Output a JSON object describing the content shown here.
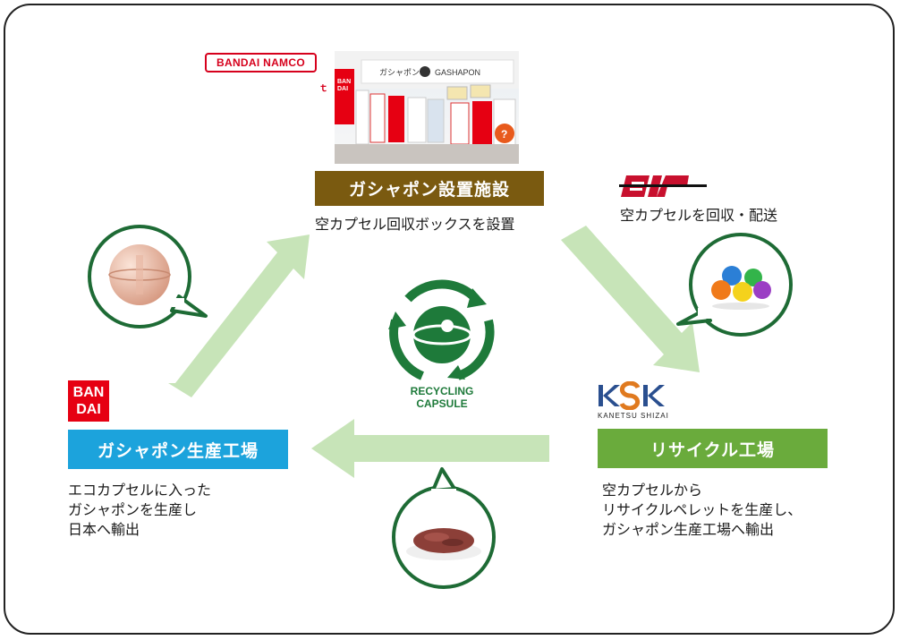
{
  "logos": {
    "bandai_namco": "BANDAI NAMCO",
    "bandai_line1": "BAN",
    "bandai_line2": "DAI",
    "dlp": "DLP",
    "ksk": "KSK",
    "ksk_sub": "KANETSU SHIZAI",
    "recycling_capsule": "RECYCLING CAPSULE"
  },
  "store_photo": {
    "sign_jp": "ガシャポン",
    "sign_en": "GASHAPON"
  },
  "nodes": {
    "facility": {
      "title": "ガシャポン設置施設",
      "desc": "空カプセル回収ボックスを設置",
      "color": "#7a5a10"
    },
    "logistics": {
      "desc": "空カプセルを回収・配送"
    },
    "recycle_factory": {
      "title": "リサイクル工場",
      "desc_lines": [
        "空カプセルから",
        "リサイクルペレットを生産し、",
        "ガシャポン生産工場へ輸出"
      ],
      "color": "#6aab3c"
    },
    "production_factory": {
      "title": "ガシャポン生産工場",
      "desc_lines": [
        "エコカプセルに入った",
        "ガシャポンを生産し",
        "日本へ輸出"
      ],
      "color": "#1ca3dc"
    }
  },
  "colors": {
    "arrow": "#c7e4b8",
    "recycle_green": "#1e7a3a",
    "bubble_border": "#1e6b35",
    "brand_red": "#d6001c"
  }
}
